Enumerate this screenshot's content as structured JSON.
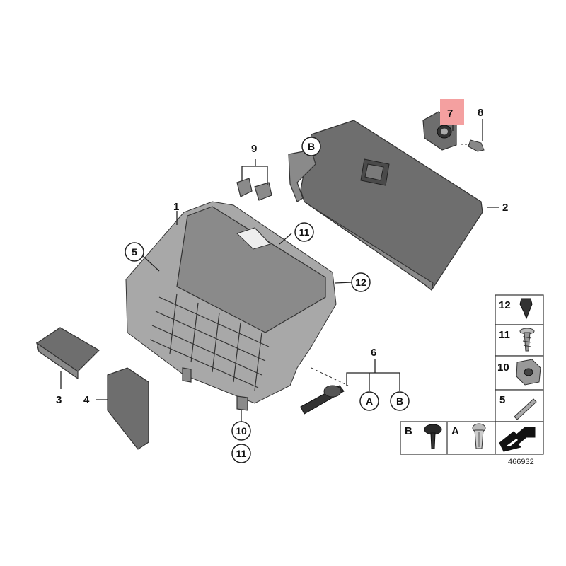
{
  "callouts": {
    "n1": "1",
    "n2": "2",
    "n3": "3",
    "n4": "4",
    "n5": "5",
    "n6": "6",
    "n7": "7",
    "n8": "8",
    "n9": "9",
    "n10": "10",
    "n11a": "11",
    "n11b": "11",
    "n12": "12",
    "A": "A",
    "B": "B"
  },
  "legend": {
    "r12": "12",
    "r11": "11",
    "r10": "10",
    "r5": "5",
    "b": "B",
    "a": "A"
  },
  "diagram_number": "466932",
  "highlight_color": "#f4a0a0"
}
